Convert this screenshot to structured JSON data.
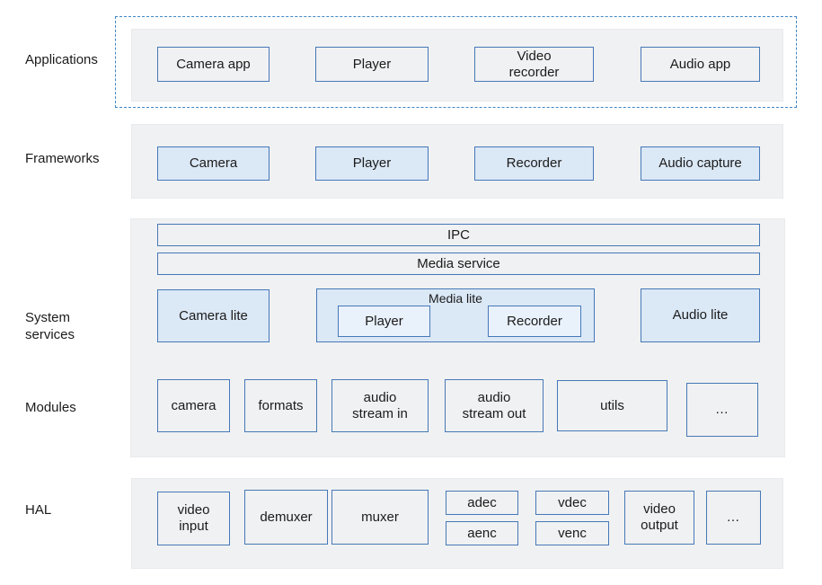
{
  "diagram": {
    "side_labels": {
      "applications": "Applications",
      "frameworks": "Frameworks",
      "system_services": "System services",
      "modules": "Modules",
      "hal": "HAL"
    },
    "applications": {
      "boxes": {
        "camera_app": "Camera app",
        "player": "Player",
        "video_recorder": "Video\nrecorder",
        "audio_app": "Audio app"
      }
    },
    "frameworks": {
      "boxes": {
        "camera": "Camera",
        "player": "Player",
        "recorder": "Recorder",
        "audio_capture": "Audio capture"
      }
    },
    "system_services": {
      "ipc": "IPC",
      "media_service": "Media service",
      "camera_lite": "Camera lite",
      "media_lite": {
        "label": "Media lite",
        "player": "Player",
        "recorder": "Recorder"
      },
      "audio_lite": "Audio lite"
    },
    "modules": {
      "boxes": {
        "camera": "camera",
        "formats": "formats",
        "audio_stream_in": "audio\nstream in",
        "audio_stream_out": "audio\nstream out",
        "utils": "utils",
        "more": "…"
      }
    },
    "hal": {
      "boxes": {
        "video_input": "video\ninput",
        "demuxer": "demuxer",
        "muxer": "muxer",
        "adec": "adec",
        "aenc": "aenc",
        "vdec": "vdec",
        "venc": "venc",
        "video_output": "video\noutput",
        "more": "…"
      }
    },
    "colors": {
      "band_background": "#f0f1f2",
      "box_border": "#4678b8",
      "box_fill_light_blue": "#dbe8f6",
      "box_fill_inner_blue": "#e9f1fb",
      "applications_dashed_border": "#3f86c4",
      "text": "#1b1b1b"
    }
  }
}
